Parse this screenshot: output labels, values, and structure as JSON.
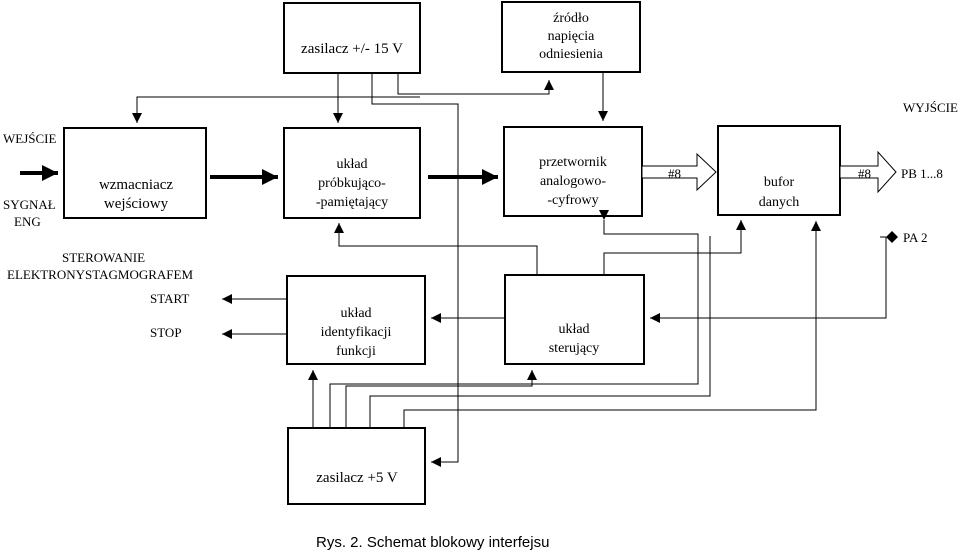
{
  "blocks": {
    "zasilacz15": [
      "zasilacz +/- 15 V"
    ],
    "zrodlo": [
      "źródło",
      "napięcia",
      "odniesienia"
    ],
    "wzmacniacz": [
      "wzmacniacz",
      "wejściowy"
    ],
    "probkujacy": [
      "układ",
      "próbkująco-",
      "-pamiętający"
    ],
    "przetwornik": [
      "przetwornik",
      "analogowo-",
      "-cyfrowy"
    ],
    "bufor": [
      "bufor",
      "danych"
    ],
    "identyfikacji": [
      "układ",
      "identyfikacji",
      "funkcji"
    ],
    "sterujacy": [
      "układ",
      "sterujący"
    ],
    "zasilacz5": [
      "zasilacz +5 V"
    ]
  },
  "labels": {
    "wejscie": "WEJŚCIE",
    "sygnal": "SYGNAŁ",
    "eng": "ENG",
    "wyjscie": "WYJŚCIE",
    "pb": "PB 1...8",
    "pa": "PA 2",
    "sterowanie": "STEROWANIE",
    "elektronystagmografem": "ELEKTRONYSTAGMOGRAFEM",
    "start": "START",
    "stop": "STOP",
    "bus_adc": "#8",
    "bus_out": "#8"
  },
  "caption": "Rys. 2. Schemat blokowy interfejsu"
}
